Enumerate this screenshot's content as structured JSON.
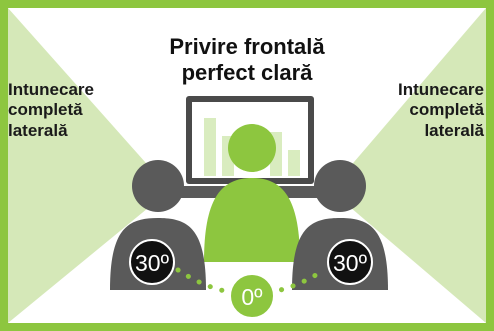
{
  "title": {
    "line1": "Privire frontală",
    "line2": "perfect clară"
  },
  "left_label": [
    "Intunecare",
    "completă",
    "laterală"
  ],
  "right_label": [
    "Intunecare",
    "completă",
    "laterală"
  ],
  "angles": {
    "left": "30º",
    "center": "0º",
    "right": "30º"
  },
  "colors": {
    "green": "#8dc63f",
    "light_green": "#d5e8b8",
    "dark_gray": "#5a5a5a",
    "badge_black": "#111111"
  }
}
